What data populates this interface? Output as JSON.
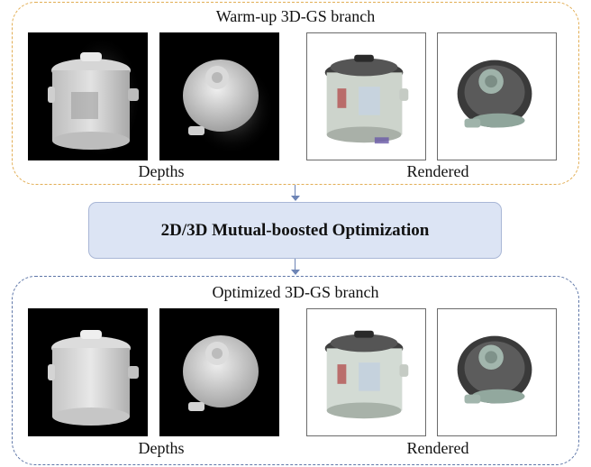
{
  "top_branch": {
    "title": "Warm-up 3D-GS branch",
    "depths_caption": "Depths",
    "rendered_caption": "Rendered",
    "border_color": "#e2ae55"
  },
  "optimization": {
    "label": "2D/3D Mutual-boosted Optimization",
    "fill_color": "#dce4f4"
  },
  "bottom_branch": {
    "title": "Optimized 3D-GS branch",
    "depths_caption": "Depths",
    "rendered_caption": "Rendered",
    "border_color": "#5f77a8"
  },
  "images": [
    {
      "branch": "warm-up",
      "kind": "depth",
      "view": "side"
    },
    {
      "branch": "warm-up",
      "kind": "depth",
      "view": "top"
    },
    {
      "branch": "warm-up",
      "kind": "rendered",
      "view": "side"
    },
    {
      "branch": "warm-up",
      "kind": "rendered",
      "view": "top"
    },
    {
      "branch": "optimized",
      "kind": "depth",
      "view": "side"
    },
    {
      "branch": "optimized",
      "kind": "depth",
      "view": "top"
    },
    {
      "branch": "optimized",
      "kind": "rendered",
      "view": "side"
    },
    {
      "branch": "optimized",
      "kind": "rendered",
      "view": "top"
    }
  ]
}
